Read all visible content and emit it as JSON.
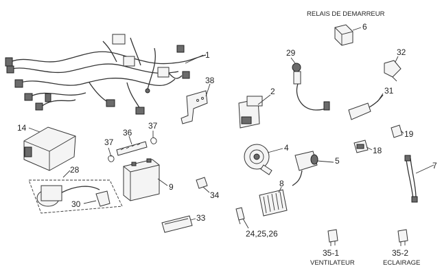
{
  "captions": {
    "relay": "RELAIS DE DEMARREUR",
    "fan": "VENTILATEUR",
    "lighting": "ECLAIRAGE"
  },
  "callouts": {
    "c1": "1",
    "c2": "2",
    "c4": "4",
    "c5": "5",
    "c6": "6",
    "c7": "7",
    "c8": "8",
    "c9": "9",
    "c14": "14",
    "c18": "18",
    "c19": "19",
    "c24": "24,25,26",
    "c28": "28",
    "c29": "29",
    "c30": "30",
    "c31": "31",
    "c32": "32",
    "c33": "33",
    "c34": "34",
    "c35a": "35-1",
    "c35b": "35-2",
    "c36": "36",
    "c37a": "37",
    "c37b": "37",
    "c38": "38"
  }
}
